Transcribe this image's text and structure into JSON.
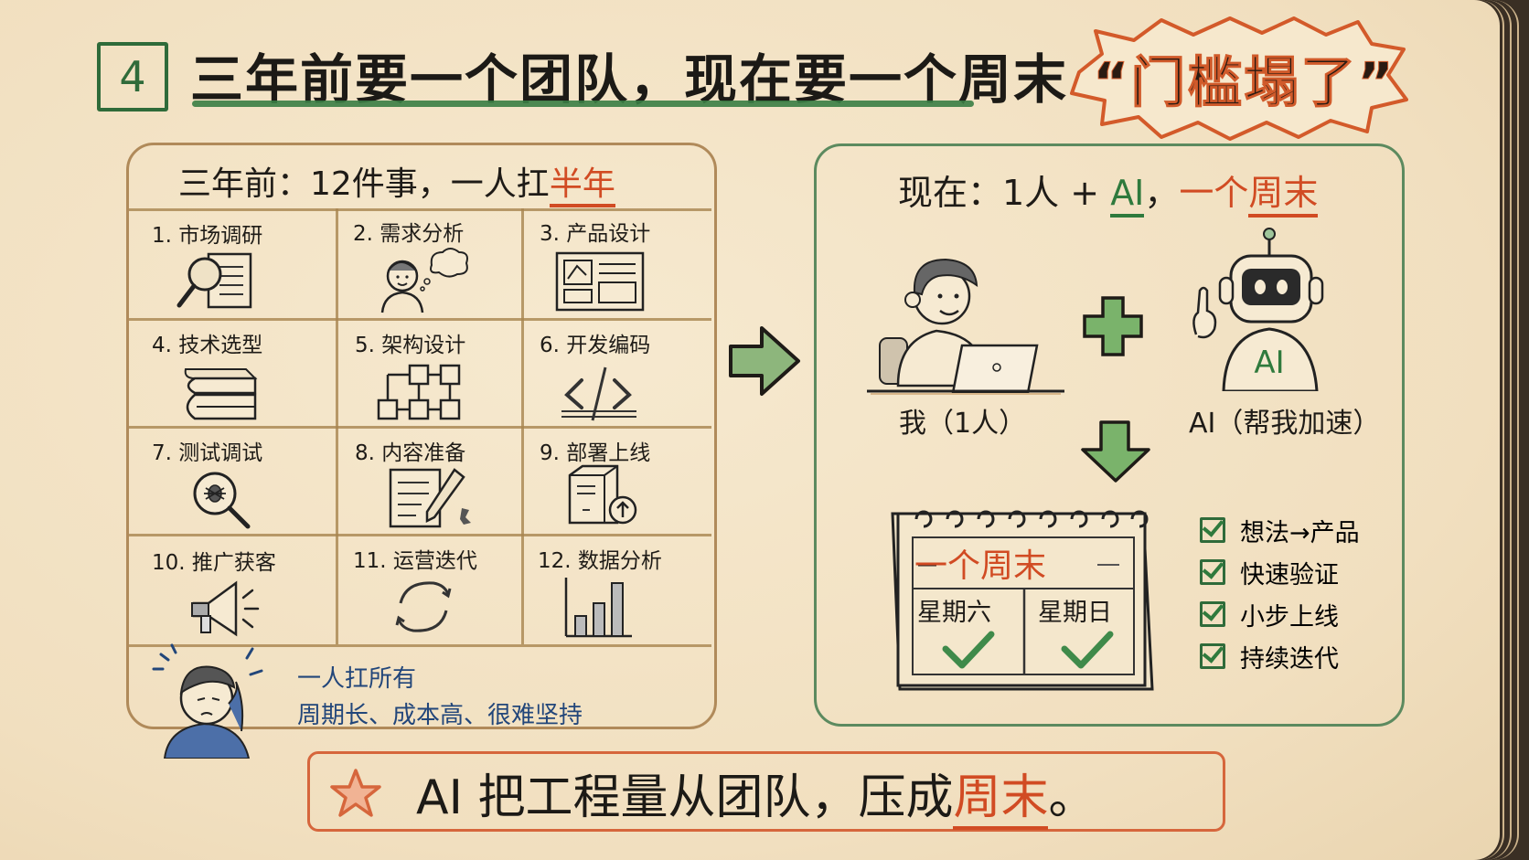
{
  "header": {
    "section_number": "4",
    "title": "三年前要一个团队，现在要一个周末",
    "callout": "“门槛塌了”"
  },
  "left_panel": {
    "title_prefix": "三年前：12件事，一人扛",
    "title_highlight": "半年",
    "tasks": [
      {
        "label": "1. 市场调研",
        "icon": "magnifier-document-icon"
      },
      {
        "label": "2. 需求分析",
        "icon": "person-thinking-icon"
      },
      {
        "label": "3. 产品设计",
        "icon": "wireframe-icon"
      },
      {
        "label": "4. 技术选型",
        "icon": "books-icon"
      },
      {
        "label": "5. 架构设计",
        "icon": "architecture-diagram-icon"
      },
      {
        "label": "6. 开发编码",
        "icon": "code-icon"
      },
      {
        "label": "7. 测试调试",
        "icon": "bug-search-icon"
      },
      {
        "label": "8. 内容准备",
        "icon": "document-pencil-icon"
      },
      {
        "label": "9. 部署上线",
        "icon": "server-upload-icon"
      },
      {
        "label": "10. 推广获客",
        "icon": "megaphone-icon"
      },
      {
        "label": "11. 运营迭代",
        "icon": "cycle-arrows-icon"
      },
      {
        "label": "12. 数据分析",
        "icon": "bar-chart-icon"
      }
    ],
    "footer_line1": "一人扛所有",
    "footer_line2": "周期长、成本高、很难坚持"
  },
  "right_panel": {
    "title_prefix": "现在：1人 + ",
    "title_ai": "AI",
    "title_comma": "，",
    "title_highlight_a": "一个",
    "title_highlight_b": "周末",
    "me_label": "我（1人）",
    "ai_label": "AI（帮我加速）",
    "robot_badge": "AI",
    "calendar": {
      "title": "一个周末",
      "day1": "星期六",
      "day2": "星期日"
    },
    "checklist": [
      "想法→产品",
      "快速验证",
      "小步上线",
      "持续迭代"
    ]
  },
  "banner": {
    "text_prefix": "AI 把工程量从团队，压成",
    "text_highlight": "周末",
    "text_suffix": "。"
  },
  "colors": {
    "paper": "#f3e3c6",
    "accent_red": "#d14b23",
    "accent_green": "#2f7a3d",
    "text_blue": "#22467a",
    "panel_brown": "#b08a5a"
  }
}
